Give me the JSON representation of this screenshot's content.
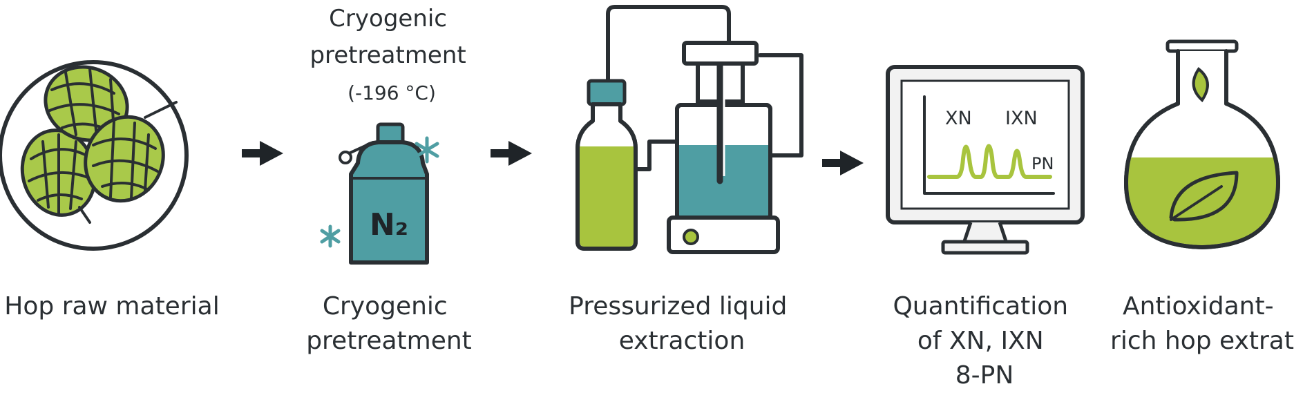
{
  "steps": [
    {
      "label_lines": [
        "Hop raw material"
      ]
    },
    {
      "label_lines": [
        "Cryogenic",
        "pretreatment"
      ],
      "note_lines": [
        "Cryogenic",
        "pretreatment",
        "(-196 °C)"
      ],
      "tank_label": "N₂"
    },
    {
      "label_lines": [
        "Pressurized liquid",
        "extraction"
      ]
    },
    {
      "label_lines": [
        "Quantification",
        "of XN, IXN",
        "8-PN"
      ],
      "chromatogram_peaks": [
        "XN",
        "IXN",
        "PN"
      ]
    },
    {
      "label_lines": [
        "Antioxidant-",
        "rich hop extrat"
      ]
    }
  ],
  "colors": {
    "hop_green": "#a9c94a",
    "liquid_green": "#a8c43e",
    "teal": "#4f9ea3",
    "teal_light": "#67b1b4",
    "ink": "#2a2f33",
    "arrow": "#1f2428"
  },
  "icons": [
    "hop-cones-icon",
    "nitrogen-tank-icon",
    "extraction-apparatus-icon",
    "chromatograph-monitor-icon",
    "flask-leaf-icon"
  ]
}
